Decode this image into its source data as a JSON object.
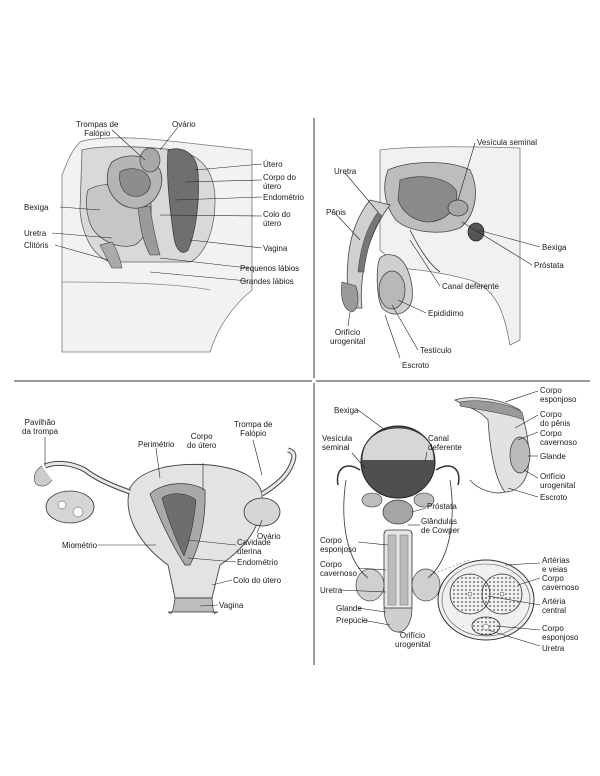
{
  "panels": {
    "female_sagittal": {
      "labels": {
        "trompas": "Trompas de\nFalópio",
        "ovario": "Ovário",
        "utero": "Útero",
        "corpo_utero": "Corpo do\nútero",
        "endometrio": "Endométrio",
        "colo_utero": "Colo do\nútero",
        "vagina": "Vagina",
        "pequenos_labios": "Pequenos lábios",
        "grandes_labios": "Grandes lábios",
        "bexiga": "Bexiga",
        "uretra": "Uretra",
        "clitoris": "Clitóris"
      }
    },
    "male_sagittal": {
      "labels": {
        "vesicula_seminal": "Vesícula seminal",
        "uretra": "Uretra",
        "penis": "Pênis",
        "bexiga": "Bexiga",
        "prostata": "Próstata",
        "canal_deferente": "Canal deferente",
        "epididimo": "Epidídimo",
        "orificio_urogenital": "Orifício\nurogenital",
        "testiculo": "Testículo",
        "escroto": "Escroto"
      }
    },
    "female_frontal": {
      "labels": {
        "pavilhao": "Pavilhão\nda trompa",
        "perimetrio": "Perimétrio",
        "corpo_utero": "Corpo\ndo útero",
        "trompa": "Trompa de\nFalópio",
        "ovario": "Ovário",
        "miometrio": "Miométrio",
        "cavidade": "Cavidade\nuterina",
        "endometrio": "Endométrio",
        "colo_utero": "Colo do útero",
        "vagina": "Vagina"
      }
    },
    "male_frontal": {
      "labels": {
        "bexiga": "Bexiga",
        "vesicula_seminal": "Vesícula\nseminal",
        "canal_deferente": "Canal\ndeferente",
        "prostata": "Próstata",
        "glandulas_cowper": "Glândulas\nde Cowper",
        "corpo_esponjoso": "Corpo\nesponjoso",
        "corpo_cavernoso": "Corpo\ncavernoso",
        "uretra": "Uretra",
        "glande": "Glande",
        "prepucio": "Prepúcio",
        "orificio_urogenital": "Orifício\nurogenital",
        "corpo_esponjoso_side": "Corpo\nesponjoso",
        "corpo_penis": "Corpo\ndo pênis",
        "corpo_cavernoso_side": "Corpo\ncavernoso",
        "glande_side": "Glande",
        "orificio_side": "Orifício\nurogenital",
        "escroto": "Escroto",
        "arterias_veias": "Artérias\ne veias",
        "corpo_cavernoso_cs": "Corpo\ncavernoso",
        "arteria_central": "Artéria\ncentral",
        "corpo_esponjoso_cs": "Corpo\nesponjoso",
        "uretra_cs": "Uretra"
      }
    }
  }
}
